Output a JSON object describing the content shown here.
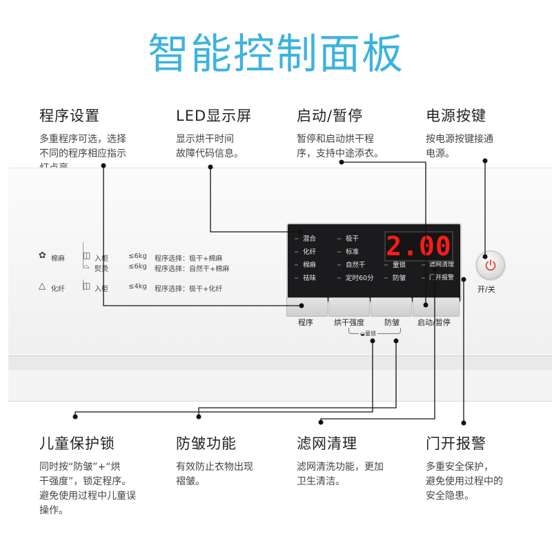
{
  "title": "智能控制面板",
  "callouts": {
    "program": {
      "title": "程序设置",
      "desc": [
        "多重程序可选，选择",
        "不同的程序相应指示",
        "灯点亮。"
      ]
    },
    "led": {
      "title": "LED显示屏",
      "desc": [
        "显示烘干时间",
        "故障代码信息。"
      ]
    },
    "start": {
      "title": "启动/暂停",
      "desc": [
        "暂停和启动烘干程",
        "序，支持中途添衣。"
      ]
    },
    "power": {
      "title": "电源按键",
      "desc": [
        "按电源按键接通",
        "电源。"
      ]
    },
    "childlock": {
      "title": "儿童保护锁",
      "desc": [
        "同时按“防皱”+“烘",
        "干强度”，锁定程序。",
        "避免使用过程中儿童误",
        "操作。"
      ]
    },
    "antiwrinkle": {
      "title": "防皱功能",
      "desc": [
        "有效防止衣物出现",
        "褶皱。"
      ]
    },
    "filter": {
      "title": "滤网清理",
      "desc": [
        "滤网清洗功能，更加",
        "卫生清洁。"
      ]
    },
    "door": {
      "title": "门开报警",
      "desc": [
        "多重安全保护，",
        "避免使用过程中的",
        "安全隐患。"
      ]
    }
  },
  "program_table": [
    {
      "fabric": "棉麻",
      "mode": "入柜",
      "weight": "≤6kg",
      "choice": "程序选择：极干+棉麻"
    },
    {
      "fabric": "",
      "mode": "熨烫",
      "weight": "≤6kg",
      "choice": "程序选择：自然干+棉麻"
    },
    {
      "fabric": "化纤",
      "mode": "入柜",
      "weight": "≤4kg",
      "choice": "程序选择：极干+化纤"
    }
  ],
  "display": {
    "digits": "2.00",
    "col1": [
      "混合",
      "化纤",
      "棉麻",
      "祛味"
    ],
    "col2": [
      "极干",
      "标准",
      "自然干",
      "定时60分"
    ],
    "col3": [
      "童锁",
      "防皱"
    ],
    "col4": [
      "滤网清理",
      "门开报警"
    ]
  },
  "buttons": {
    "program": "程序",
    "dry_strength": "烘干强度",
    "anti_wrinkle": "防皱",
    "start_pause": "启动/暂停",
    "child_lock_hint": "童锁",
    "power": "开/关"
  },
  "colors": {
    "title": "#3db3de",
    "led_digits": "#ff1a1a",
    "power_icon": "#e8403a"
  }
}
